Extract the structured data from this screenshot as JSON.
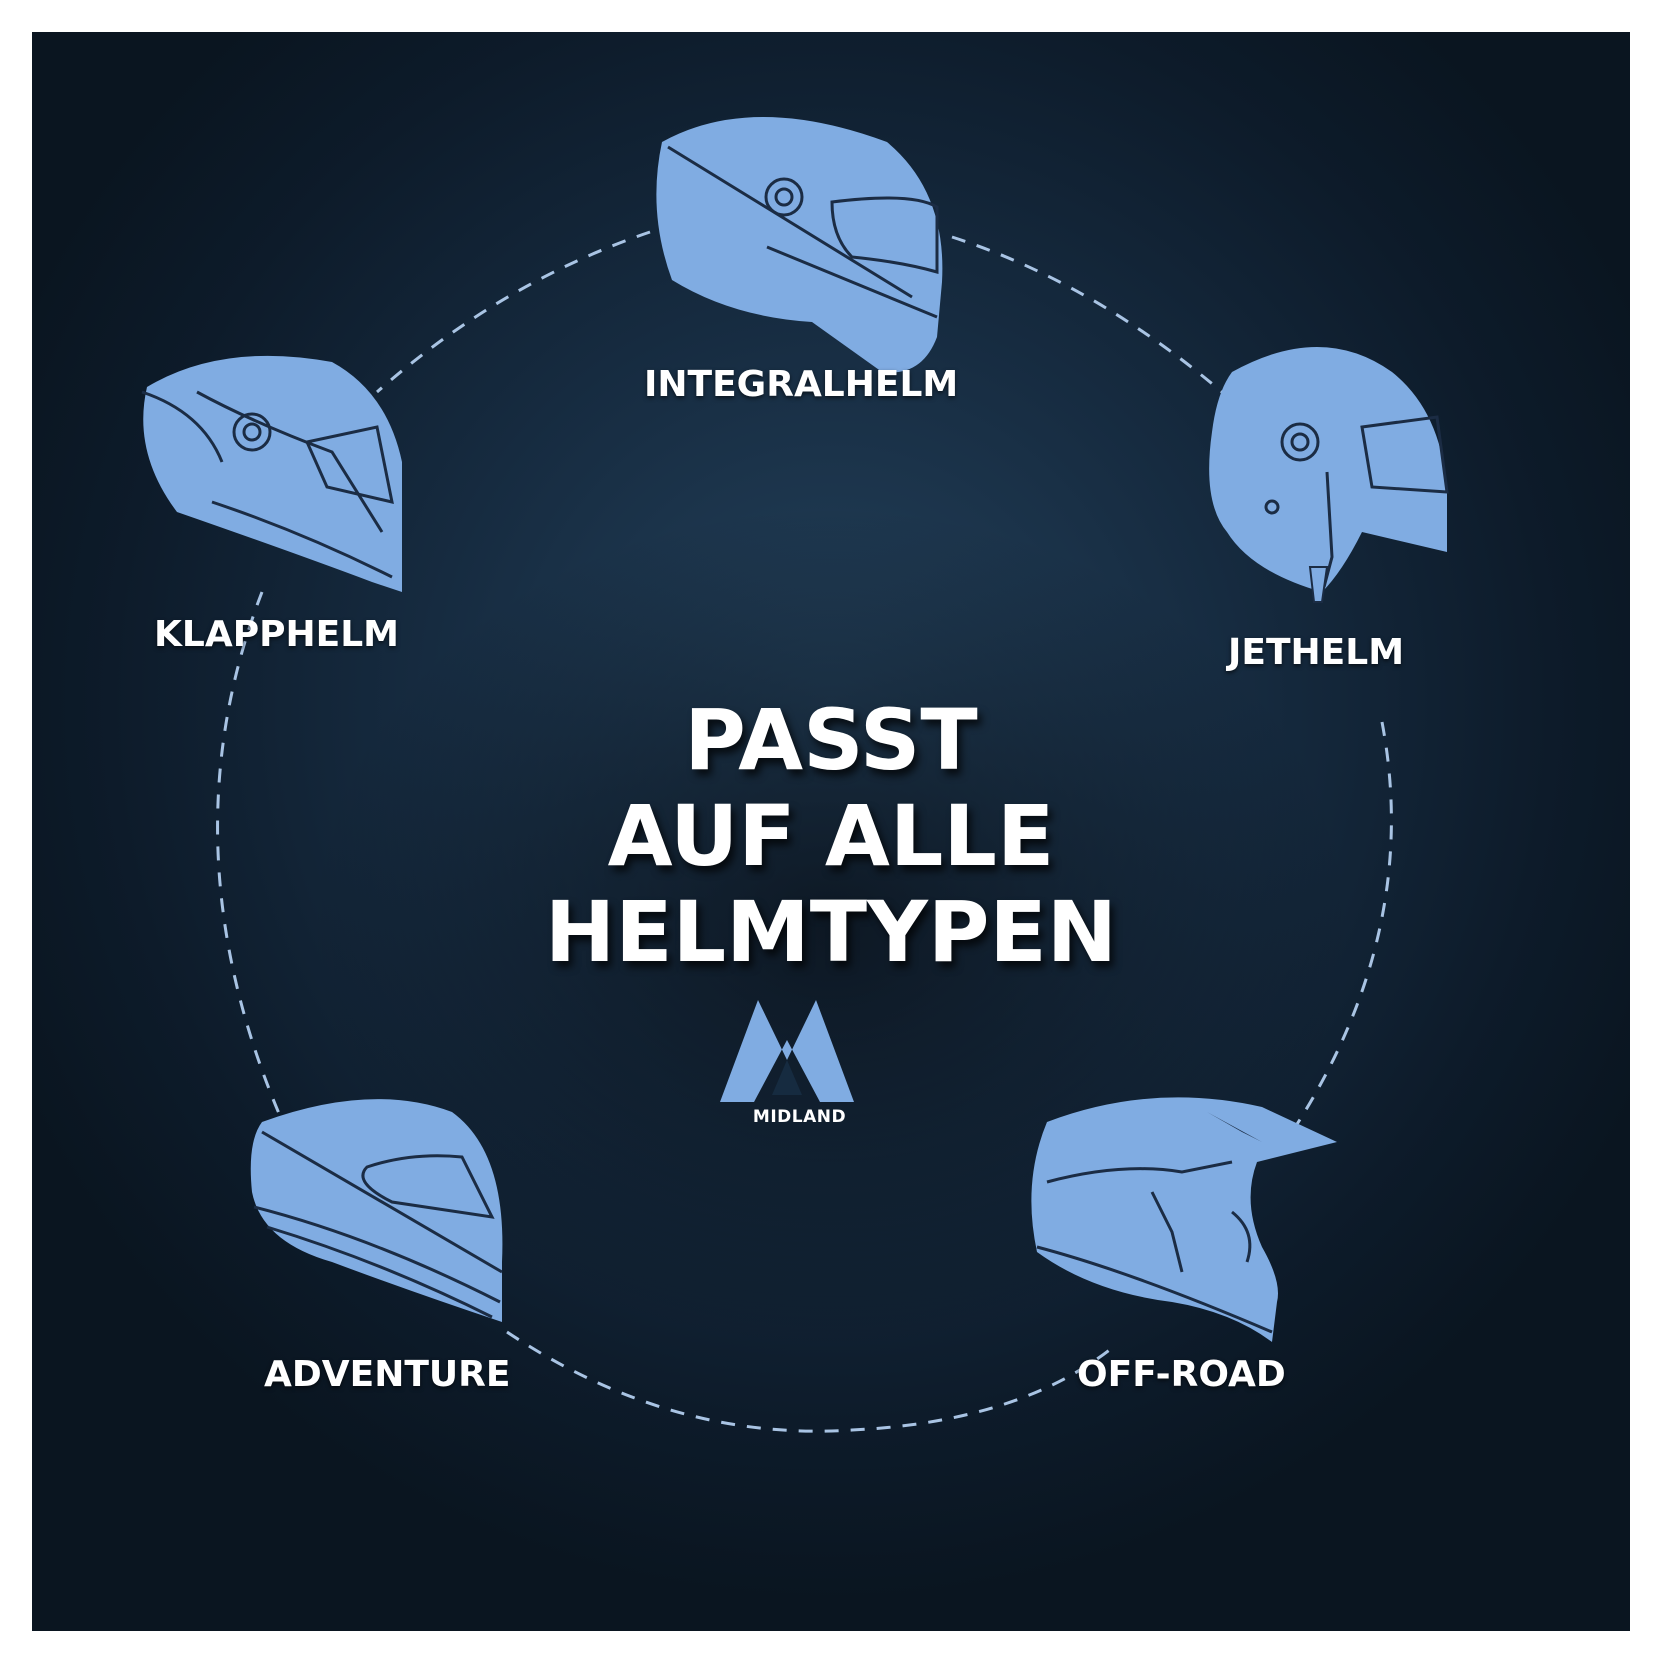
{
  "helmet_types": {
    "integral": "INTEGRALHELM",
    "jet": "JETHELM",
    "flip": "KLAPPHELM",
    "adventure": "ADVENTURE",
    "offroad": "OFF-ROAD"
  },
  "headline": {
    "line1": "PASST",
    "line2": "AUF ALLE",
    "line3": "HELMTYPEN"
  },
  "brand": {
    "name": "MIDLAND"
  },
  "colors": {
    "helmet_fill": "#80ace2",
    "helmet_line": "#1b2c44",
    "dashed_ring": "#a9c4e4",
    "text": "#ffffff"
  }
}
